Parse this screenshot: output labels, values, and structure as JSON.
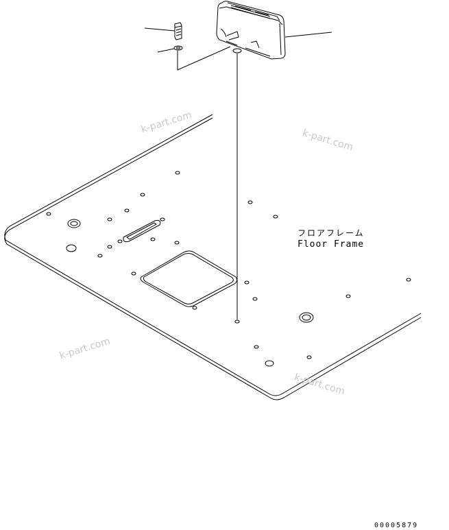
{
  "labels": {
    "part_name_jp": "フロアフレーム",
    "part_name_en": "Floor Frame"
  },
  "watermarks": [
    "k-part.com",
    "k-part.com",
    "k-part.com",
    "k-part.com"
  ],
  "drawing_code": "00005879",
  "colors": {
    "line": "#000000",
    "watermark": "#c8c8c8",
    "background": "#ffffff"
  }
}
